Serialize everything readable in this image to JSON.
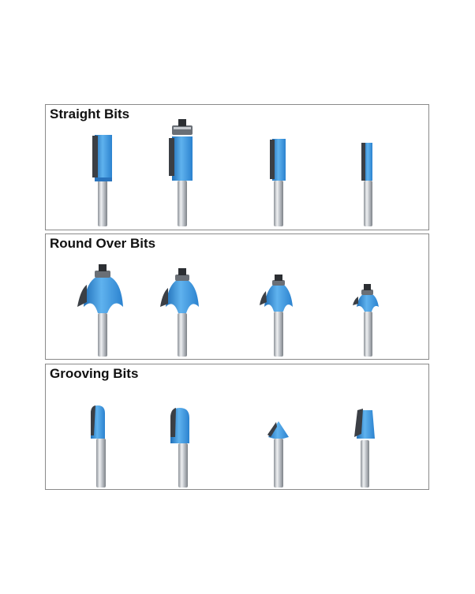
{
  "panels": [
    {
      "title": "Straight Bits",
      "bits": [
        {
          "name": "straight-bit-wide",
          "kind": "straight"
        },
        {
          "name": "straight-bit-bearing",
          "kind": "straight-bearing"
        },
        {
          "name": "straight-bit-medium",
          "kind": "straight"
        },
        {
          "name": "straight-bit-narrow",
          "kind": "straight"
        }
      ]
    },
    {
      "title": "Round Over Bits",
      "bits": [
        {
          "name": "round-over-bit-large",
          "kind": "roundover"
        },
        {
          "name": "round-over-bit-medium",
          "kind": "roundover"
        },
        {
          "name": "round-over-bit-small",
          "kind": "roundover"
        },
        {
          "name": "round-over-bit-tiny",
          "kind": "roundover"
        }
      ]
    },
    {
      "title": "Grooving Bits",
      "bits": [
        {
          "name": "core-box-bit-small",
          "kind": "corebox"
        },
        {
          "name": "core-box-bit-large",
          "kind": "corebox"
        },
        {
          "name": "v-groove-bit",
          "kind": "vgroove"
        },
        {
          "name": "dovetail-bit",
          "kind": "dovetail"
        }
      ]
    }
  ],
  "colors": {
    "body_blue": "#2f8ad6",
    "body_blue_light": "#5fb2ee",
    "carbide": "#3b3f45",
    "shank": "#b8bcc2"
  }
}
